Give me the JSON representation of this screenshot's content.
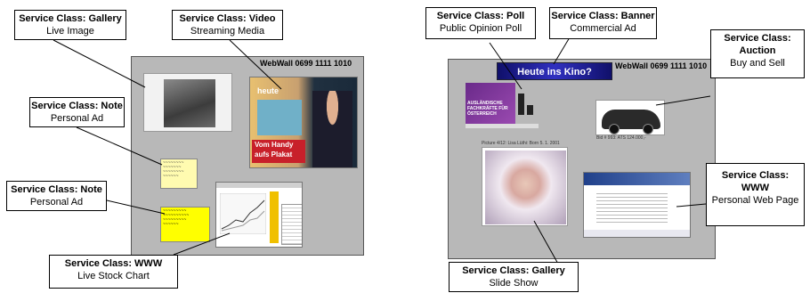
{
  "left": {
    "wall_label": "WebWall 0699 1111 1010",
    "callouts": {
      "gallery": {
        "cls": "Service Class: Gallery",
        "desc": "Live Image"
      },
      "video": {
        "cls": "Service Class: Video",
        "desc": "Streaming Media"
      },
      "note1": {
        "cls": "Service Class: Note",
        "desc": "Personal Ad"
      },
      "note2": {
        "cls": "Service Class: Note",
        "desc": "Personal Ad"
      },
      "www": {
        "cls": "Service Class: WWW",
        "desc": "Live Stock Chart"
      }
    },
    "video_caption_line1": "Vom Handy",
    "video_caption_line2": "aufs Plakat",
    "video_brand": "heute"
  },
  "right": {
    "wall_label": "WebWall 0699 1111 1010",
    "callouts": {
      "poll": {
        "cls": "Service Class: Poll",
        "desc": "Public Opinion Poll"
      },
      "banner": {
        "cls": "Service Class: Banner",
        "desc": "Commercial Ad"
      },
      "auction": {
        "cls": "Service Class: Auction",
        "desc": "Buy and Sell"
      },
      "www": {
        "cls": "Service Class: WWW",
        "desc": "Personal Web Page"
      },
      "gallery": {
        "cls": "Service Class: Gallery",
        "desc": "Slide Show"
      }
    },
    "banner_text": "Heute ins Kino?",
    "poll_text": "AUSLÄNDISCHE FACHKRÄFTE FÜR ÖSTERREICH",
    "slide_caption": "Picture 4/12: Lisa Lüthi: Born 5. 1. 2001",
    "auction_caption": "Bid # 993: ATS 124.000,-"
  }
}
